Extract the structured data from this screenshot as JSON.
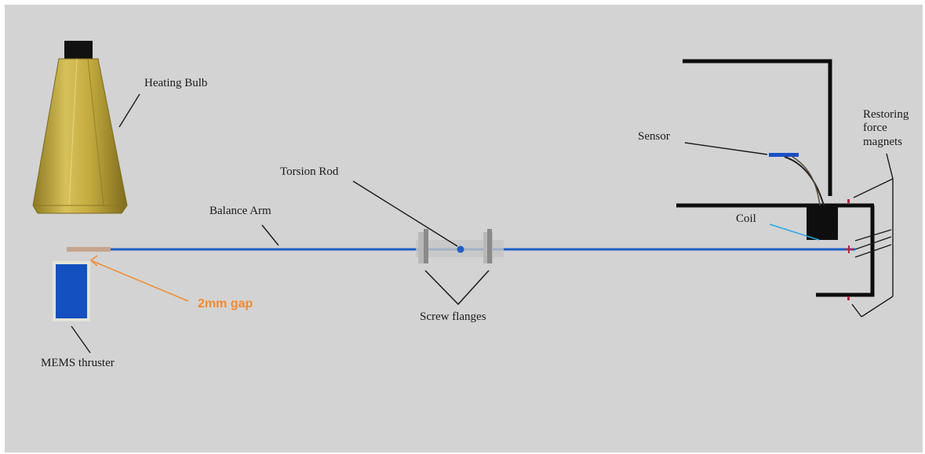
{
  "labels": {
    "heating_bulb": "Heating Bulb",
    "balance_arm": "Balance Arm",
    "torsion_rod": "Torsion Rod",
    "screw_flanges": "Screw flanges",
    "mems_thruster": "MEMS thruster",
    "gap": "2mm gap",
    "sensor": "Sensor",
    "coil": "Coil",
    "restoring_force_magnets": [
      "Restoring",
      "force",
      "magnets"
    ]
  },
  "colors": {
    "background": "#d3d3d3",
    "balance_arm": "#1f5ec9",
    "gap_annotation": "#f28a2e",
    "bulb_gold": "#c9b24a",
    "bulb_cap": "#111111",
    "frame": "#0d0d0d",
    "thruster": "#1450c0",
    "sensor": "#1a4fc4",
    "coil_pointer": "#2aa7e6",
    "magnet": "#b0283a"
  }
}
